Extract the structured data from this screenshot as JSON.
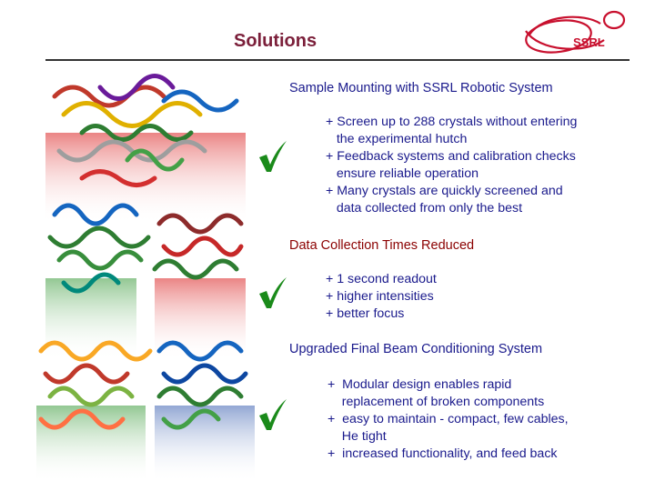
{
  "header": {
    "title": "Solutions"
  },
  "logo": {
    "text": "SSRL",
    "color": "#c8102e"
  },
  "sections": [
    {
      "heading": "Sample Mounting with SSRL Robotic System",
      "lines": [
        "+ Screen up to 288 crystals without entering",
        "   the experimental hutch",
        "+ Feedback systems and calibration checks",
        "   ensure reliable operation",
        "+ Many crystals are quickly screened and",
        "   data collected from only the best"
      ]
    },
    {
      "heading": "Data Collection Times Reduced",
      "lines": [
        "+ 1 second readout",
        "+ higher intensities",
        "+ better focus"
      ]
    },
    {
      "heading": "Upgraded Final Beam Conditioning System",
      "lines": [
        "+  Modular design enables rapid",
        "    replacement of broken components",
        "+  easy to maintain - compact, few cables,",
        "    He tight",
        "+  increased functionality, and feed back"
      ]
    }
  ],
  "icons": {
    "check": "check-mark-icon",
    "logo": "ssrl-logo-icon"
  }
}
